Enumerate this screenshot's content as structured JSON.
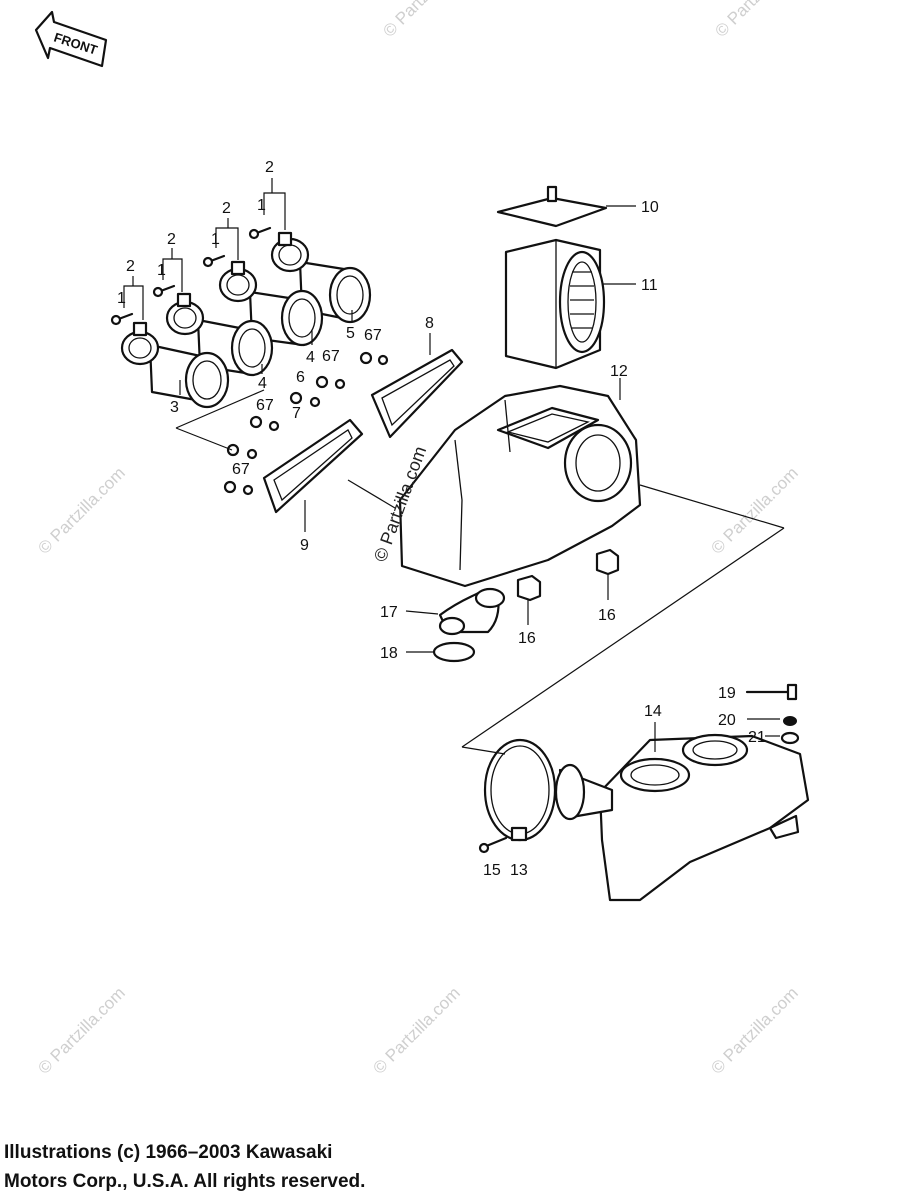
{
  "front_arrow": {
    "label": "FRONT"
  },
  "callouts": {
    "c1": "1",
    "c2": "2",
    "c3": "3",
    "c4": "4",
    "c5": "5",
    "c6": "6",
    "c7": "7",
    "c67": "67",
    "c8": "8",
    "c9": "9",
    "c10": "10",
    "c11": "11",
    "c12": "12",
    "c13": "13",
    "c14": "14",
    "c15": "15",
    "c16": "16",
    "c17": "17",
    "c18": "18",
    "c19": "19",
    "c20": "20",
    "c21": "21"
  },
  "watermark": {
    "text": "© Partzilla.com"
  },
  "copyright": {
    "line1": "Illustrations (c) 1966–2003 Kawasaki",
    "line2": "Motors Corp., U.S.A.  All rights reserved."
  }
}
